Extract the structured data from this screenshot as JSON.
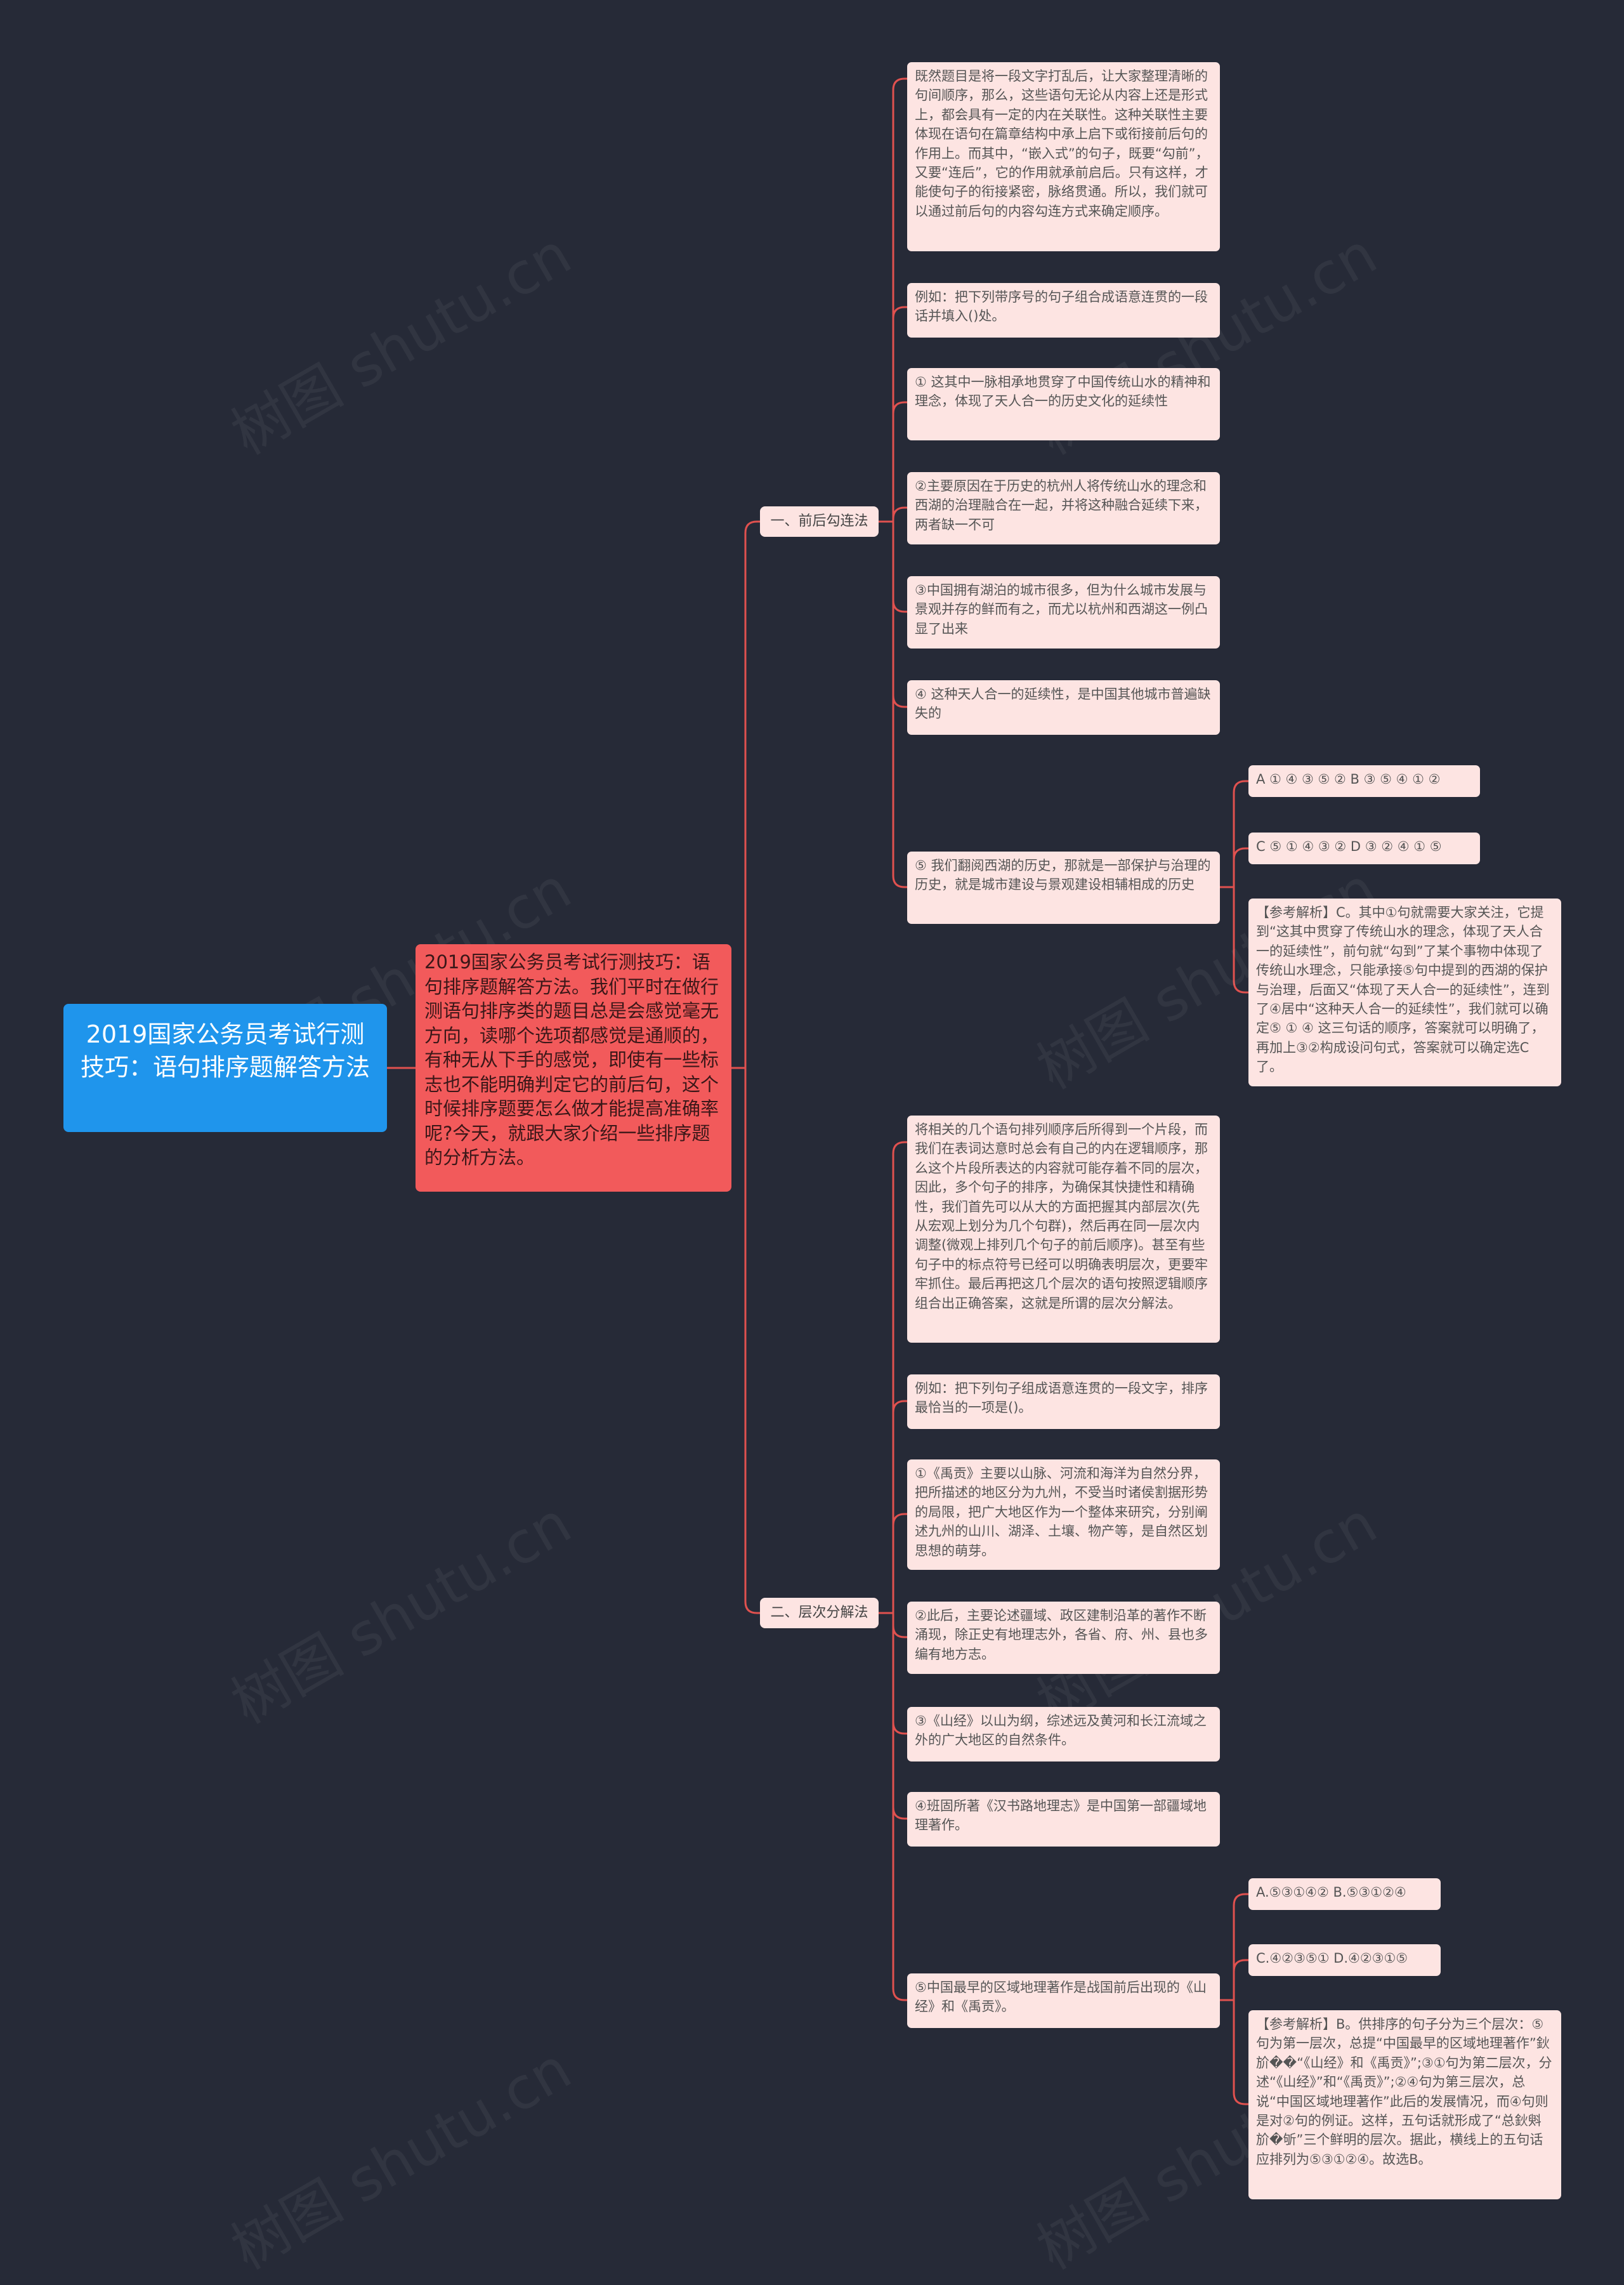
{
  "root": {
    "title": "2019国家公务员考试行测技巧：语句排序题解答方法"
  },
  "intro": {
    "text": "2019国家公务员考试行测技巧：语句排序题解答方法。我们平时在做行测语句排序类的题目总是会感觉毫无方向，读哪个选项都感觉是通顺的，有种无从下手的感觉，即使有一些标志也不能明确判定它的前后句，这个时候排序题要怎么做才能提高准确率呢?今天，就跟大家介绍一些排序题的分析方法。"
  },
  "branches": [
    {
      "label": "一、前后勾连法",
      "items": [
        "既然题目是将一段文字打乱后，让大家整理清晰的句间顺序，那么，这些语句无论从内容上还是形式上，都会具有一定的内在关联性。这种关联性主要体现在语句在篇章结构中承上启下或衔接前后句的作用上。而其中，“嵌入式”的句子，既要“勾前”，又要“连后”，它的作用就承前启后。只有这样，才能使句子的衔接紧密，脉络贯通。所以，我们就可以通过前后句的内容勾连方式来确定顺序。",
        "例如：把下列带序号的句子组合成语意连贯的一段话并填入()处。",
        "① 这其中一脉相承地贯穿了中国传统山水的精神和理念，体现了天人合一的历史文化的延续性",
        "②主要原因在于历史的杭州人将传统山水的理念和西湖的治理融合在一起，并将这种融合延续下来，两者缺一不可",
        "③中国拥有湖泊的城市很多，但为什么城市发展与景观并存的鲜而有之，而尤以杭州和西湖这一例凸显了出来",
        "④ 这种天人合一的延续性，是中国其他城市普遍缺失的",
        "⑤ 我们翻阅西湖的历史，那就是一部保护与治理的历史，就是城市建设与景观建设相辅相成的历史"
      ],
      "sub": [
        "A ① ④ ③ ⑤ ② B ③ ⑤ ④ ① ②",
        "C ⑤ ① ④ ③ ② D ③ ② ④ ① ⑤",
        "【参考解析】C。其中①句就需要大家关注，它提到“这其中贯穿了传统山水的理念，体现了天人合一的延续性”，前句就“勾到”了某个事物中体现了传统山水理念，只能承接⑤句中提到的西湖的保护与治理，后面又“体现了天人合一的延续性”，连到了④居中“这种天人合一的延续性”，我们就可以确定⑤ ① ④ 这三句话的顺序，答案就可以明确了，再加上③②构成设问句式，答案就可以确定选C了。"
      ]
    },
    {
      "label": "二、层次分解法",
      "items": [
        "将相关的几个语句排列顺序后所得到一个片段，而我们在表词达意时总会有自己的内在逻辑顺序，那么这个片段所表达的内容就可能存着不同的层次，因此，多个句子的排序，为确保其快捷性和精确性，我们首先可以从大的方面把握其内部层次(先从宏观上划分为几个句群)，然后再在同一层次内调整(微观上排列几个句子的前后顺序)。甚至有些句子中的标点符号已经可以明确表明层次，更要牢牢抓住。最后再把这几个层次的语句按照逻辑顺序组合出正确答案，这就是所谓的层次分解法。",
        "例如：把下列句子组成语意连贯的一段文字，排序最恰当的一项是()。",
        "①《禹贡》主要以山脉、河流和海洋为自然分界，把所描述的地区分为九州，不受当时诸侯割据形势的局限，把广大地区作为一个整体来研究，分别阐述九州的山川、湖泽、土壤、物产等，是自然区划思想的萌芽。",
        "②此后，主要论述疆域、政区建制沿革的著作不断涌现，除正史有地理志外，各省、府、州、县也多编有地方志。",
        "③《山经》以山为纲，综述远及黄河和长江流域之外的广大地区的自然条件。",
        "④班固所著《汉书路地理志》是中国第一部疆域地理著作。",
        "⑤中国最早的区域地理著作是战国前后出现的《山经》和《禹贡》。"
      ],
      "sub": [
        "A.⑤③①④② B.⑤③①②④",
        "C.④②③⑤① D.④②③①⑤",
        "【参考解析】B。供排序的句子分为三个层次：⑤句为第一层次，总提“中国最早的区域地理著作”鈥斺��“《山经》和《禹贡》”;③①句为第二层次，分述“《山经》”和“《禹贡》”;②④句为第三层次，总说“中国区域地理著作”此后的发展情况，而④句则是对②句的例证。这样，五句话就形成了“总鈥斞斺�斪”三个鲜明的层次。据此，横线上的五句话应排列为⑤③①②④。故选B。"
      ]
    }
  ],
  "watermark": "树图 shutu.cn",
  "colors": {
    "background": "#262a37",
    "root": "#1f95ec",
    "intro": "#f25a5b",
    "card": "#fde4e2",
    "line": "#e0514f"
  }
}
